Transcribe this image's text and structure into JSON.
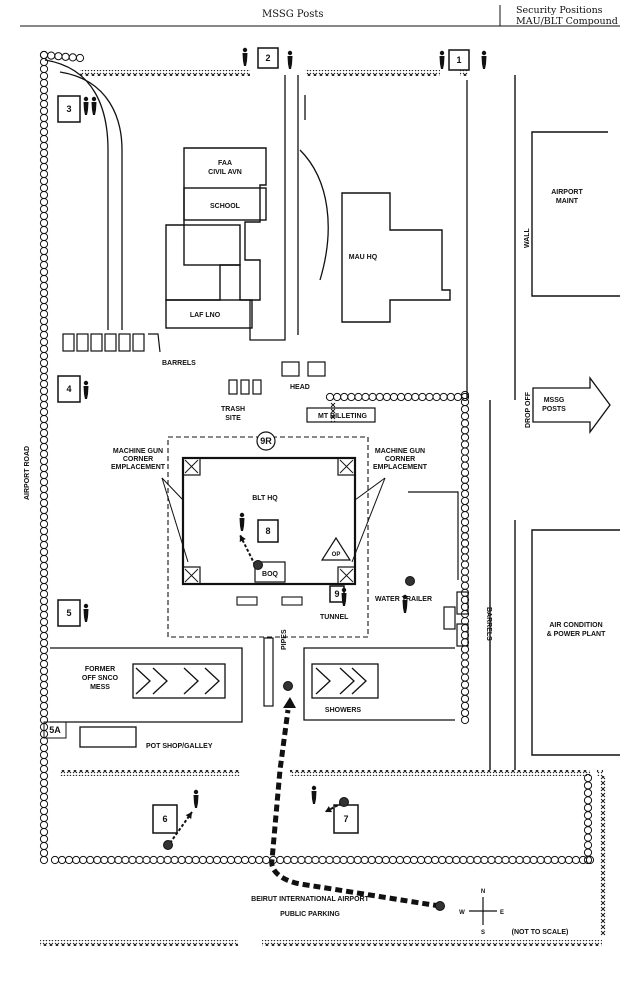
{
  "header": {
    "title": "MSSG Posts",
    "side_line1": "Security Positions",
    "side_line2": "MAU/BLT Compound"
  },
  "posts": [
    "1",
    "2",
    "3",
    "4",
    "5",
    "5A",
    "6",
    "7",
    "8",
    "9",
    "9R"
  ],
  "labels": {
    "faa1": "FAA",
    "faa2": "CIVIL AVN",
    "school": "SCHOOL",
    "laf": "LAF LNO",
    "mau": "MAU HQ",
    "airport_maint1": "AIRPORT",
    "airport_maint2": "MAINT",
    "wall": "WALL",
    "barrels_left": "BARRELS",
    "head": "HEAD",
    "trash1": "TRASH",
    "trash2": "SITE",
    "mt_billeting": "MT BILLETING",
    "mg_left1": "MACHINE GUN",
    "mg_left2": "CORNER",
    "mg_left3": "EMPLACEMENT",
    "mg_right1": "MACHINE GUN",
    "mg_right2": "CORNER",
    "mg_right3": "EMPLACEMENT",
    "blt_hq": "BLT HQ",
    "boq": "BOQ",
    "op": "OP",
    "tunnel": "TUNNEL",
    "pipes": "PIPES",
    "water_trailer": "WATER TRAILER",
    "barrels_right": "BARRELS",
    "mssg_posts1": "MSSG",
    "mssg_posts2": "POSTS",
    "drop_off": "DROP OFF",
    "ac1": "AIR CONDITION",
    "ac2": "& POWER PLANT",
    "airport_road": "AIRPORT ROAD",
    "former1": "FORMER",
    "former2": "OFF SNCO",
    "former3": "MESS",
    "showers": "SHOWERS",
    "pot_shop": "POT SHOP/GALLEY",
    "bia": "BEIRUT INTERNATIONAL AIRPORT",
    "public_parking": "PUBLIC PARKING",
    "not_to_scale": "(NOT TO SCALE)",
    "compass_n": "N",
    "compass_s": "S",
    "compass_e": "E",
    "compass_w": "W"
  }
}
